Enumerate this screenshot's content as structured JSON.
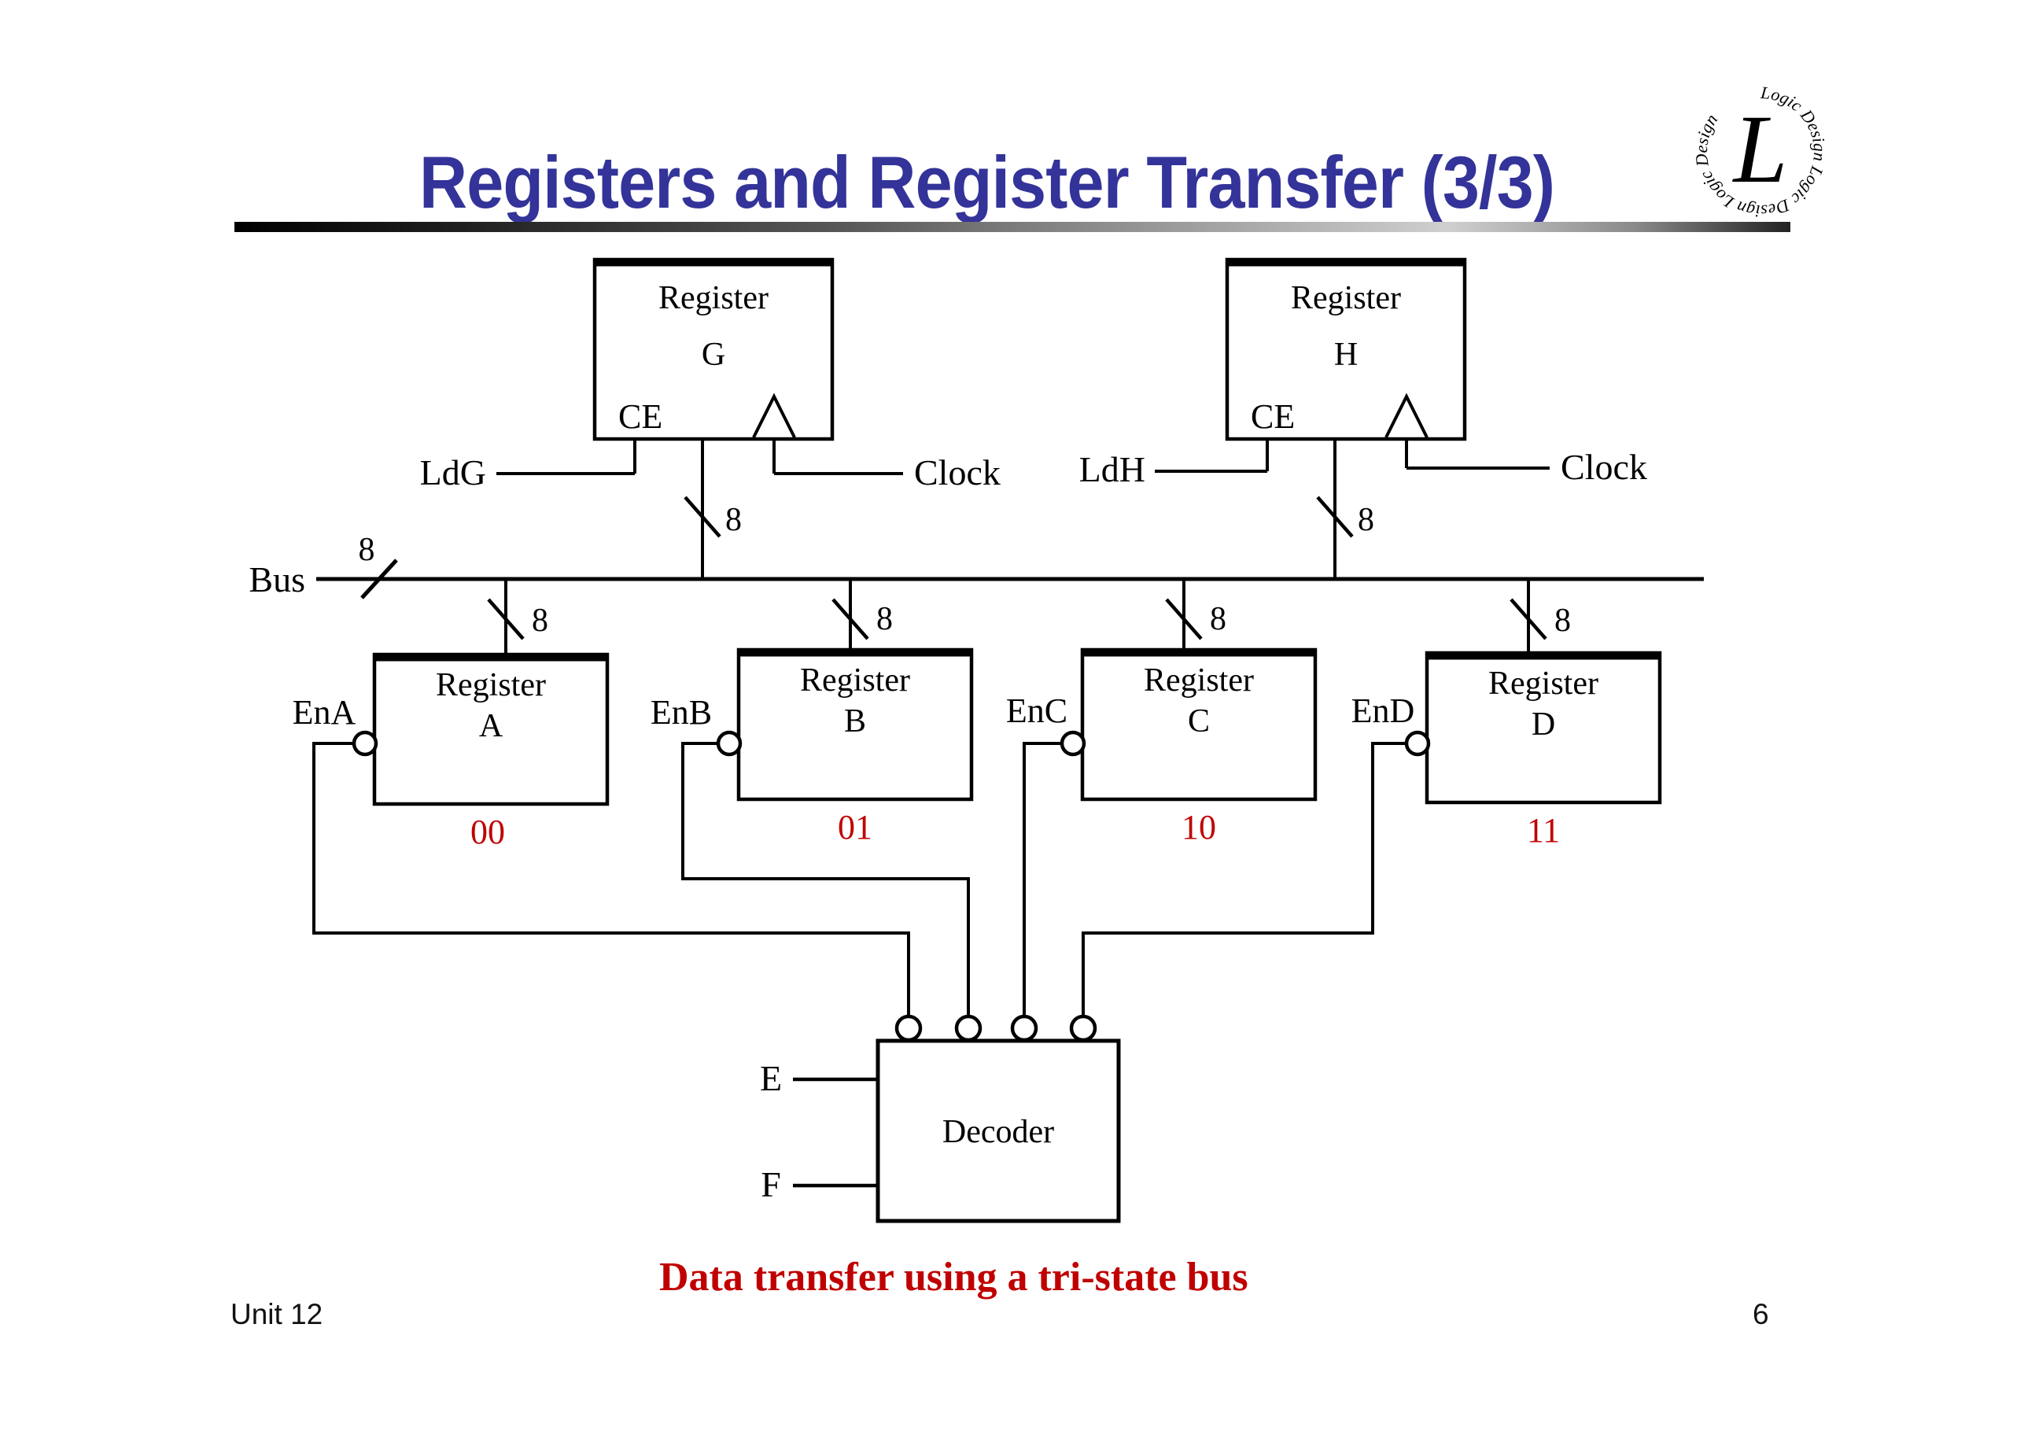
{
  "title": {
    "text": "Registers and Register Transfer (3/3)"
  },
  "logo": {
    "ring_text": "Logic Design Logic Design Logic Design ",
    "monogram": "L"
  },
  "registers_top": [
    {
      "title": "Register",
      "letter": "G",
      "ce_label": "CE",
      "load_label": "LdG",
      "clock_label": "Clock",
      "width_label": "8"
    },
    {
      "title": "Register",
      "letter": "H",
      "ce_label": "CE",
      "load_label": "LdH",
      "clock_label": "Clock",
      "width_label": "8"
    }
  ],
  "bus": {
    "label": "Bus",
    "width_label": "8"
  },
  "registers_bottom": [
    {
      "title": "Register",
      "letter": "A",
      "enable_label": "EnA",
      "select_code": "00",
      "width_label": "8"
    },
    {
      "title": "Register",
      "letter": "B",
      "enable_label": "EnB",
      "select_code": "01",
      "width_label": "8"
    },
    {
      "title": "Register",
      "letter": "C",
      "enable_label": "EnC",
      "select_code": "10",
      "width_label": "8"
    },
    {
      "title": "Register",
      "letter": "D",
      "enable_label": "EnD",
      "select_code": "11",
      "width_label": "8"
    }
  ],
  "decoder": {
    "label": "Decoder",
    "input_top": "E",
    "input_bottom": "F"
  },
  "caption": {
    "text": "Data transfer using a tri-state bus"
  },
  "footer": {
    "left": "Unit 12",
    "page": "6"
  },
  "colors": {
    "title": "#333399",
    "accent_red": "#C00000",
    "line": "#000000"
  }
}
